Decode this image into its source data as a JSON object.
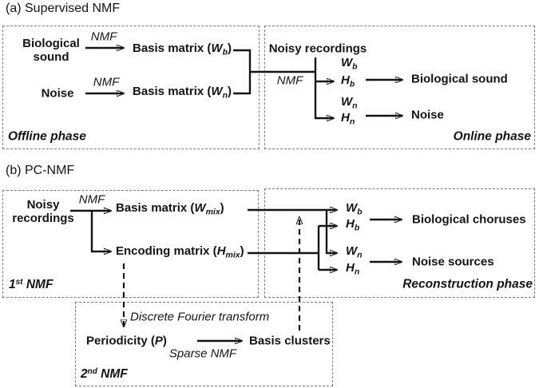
{
  "colors": {
    "ink": "#141414",
    "box_border": "#7a7a7a",
    "background": "#ffffff"
  },
  "a": {
    "title": "(a) Supervised NMF",
    "offline": {
      "phase": "Offline phase",
      "bio1": "Biological",
      "bio2": "sound",
      "nmf_top": "NMF",
      "noise": "Noise",
      "nmf_bottom": "NMF",
      "basis_b": {
        "pre": "Basis matrix (",
        "var": "W",
        "sub": "b",
        "post": ")"
      },
      "basis_n": {
        "pre": "Basis matrix (",
        "var": "W",
        "sub": "n",
        "post": ")"
      }
    },
    "online": {
      "phase": "Online phase",
      "noisy": "Noisy recordings",
      "nmf": "NMF",
      "wb": {
        "var": "W",
        "sub": "b"
      },
      "hb": {
        "var": "H",
        "sub": "b"
      },
      "wn": {
        "var": "W",
        "sub": "n"
      },
      "hn": {
        "var": "H",
        "sub": "n"
      },
      "out_bio": "Biological sound",
      "out_noise": "Noise"
    }
  },
  "b": {
    "title": "(b) PC-NMF",
    "first_nmf": {
      "phase": {
        "num": "1",
        "sup": "st",
        "rest": " NMF"
      },
      "noisy1": "Noisy",
      "noisy2": "recordings",
      "nmf": "NMF",
      "basis_mix": {
        "pre": "Basis matrix (",
        "var": "W",
        "sub": "mix",
        "post": ")"
      },
      "encoding_mix": {
        "pre": "Encoding matrix (",
        "var": "H",
        "sub": "mix",
        "post": ")"
      }
    },
    "reconstruction": {
      "phase": "Reconstruction phase",
      "wb": {
        "var": "W",
        "sub": "b"
      },
      "hb": {
        "var": "H",
        "sub": "b"
      },
      "wn": {
        "var": "W",
        "sub": "n"
      },
      "hn": {
        "var": "H",
        "sub": "n"
      },
      "out_bio": "Biological choruses",
      "out_noise": "Noise sources"
    },
    "second_nmf": {
      "phase": {
        "num": "2",
        "sup": "nd",
        "rest": " NMF"
      },
      "dft": "Discrete Fourier transform",
      "periodicity": {
        "pre": "Periodicity (",
        "var": "P",
        "post": ")"
      },
      "sparse": "Sparse NMF",
      "clusters": "Basis clusters"
    }
  }
}
